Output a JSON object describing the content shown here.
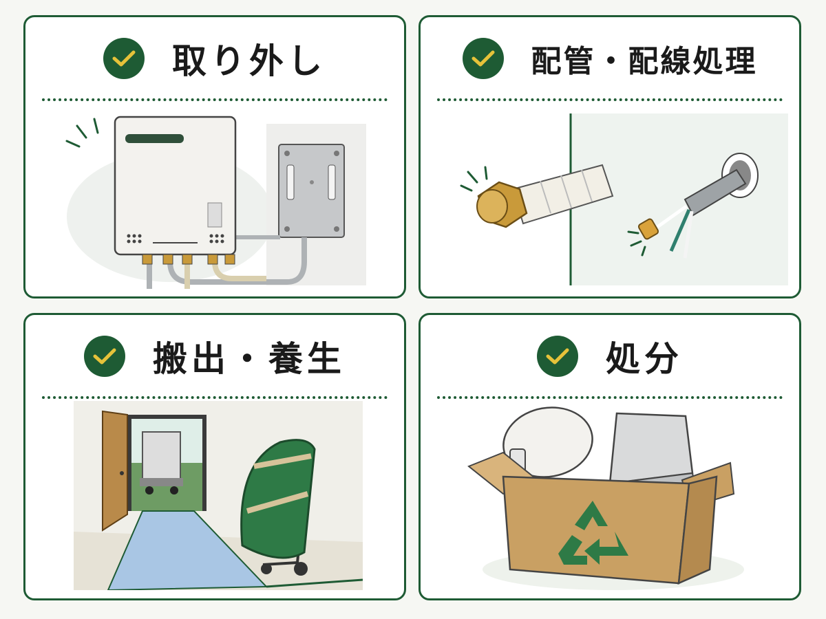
{
  "cards": [
    {
      "title": "取り外し"
    },
    {
      "title": "配管・配線処理"
    },
    {
      "title": "搬出・養生"
    },
    {
      "title": "処分"
    }
  ],
  "colors": {
    "frame": "#1e5b34",
    "check_mark": "#e6c23a",
    "background": "#f6f7f3",
    "cardboard": "#c9a063",
    "recycle": "#2e7a46",
    "brass": "#c99a3a",
    "floor_protection": "#a9c6e4"
  },
  "icons": [
    "check-icon",
    "water-heater-icon",
    "mounting-bracket-icon",
    "pipe-icon",
    "cable-icon",
    "door-icon",
    "truck-icon",
    "hand-truck-icon",
    "cardboard-box-icon",
    "recycle-icon",
    "toilet-seat-icon",
    "appliance-icon"
  ]
}
